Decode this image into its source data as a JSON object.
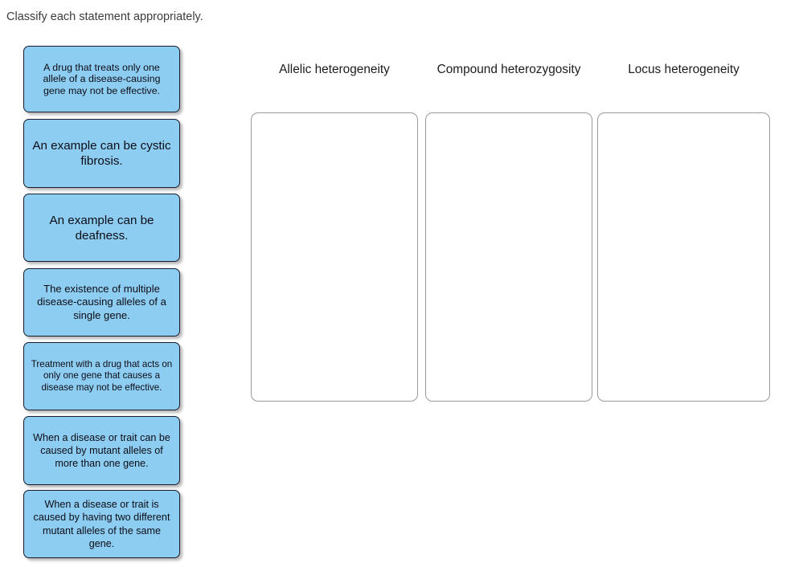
{
  "prompt": "Classify each statement appropriately.",
  "colors": {
    "card_fill": "#8ecdf2",
    "card_border": "#1a1a2e",
    "dropzone_border": "#9a9a9a",
    "page_background": "#ffffff",
    "prompt_text": "#3c3c3c"
  },
  "cards": [
    {
      "id": "card-1",
      "text": "A drug that treats only one allele of a disease-causing gene may not be effective."
    },
    {
      "id": "card-2",
      "text": "An example can be cystic fibrosis."
    },
    {
      "id": "card-3",
      "text": "An example can be deafness."
    },
    {
      "id": "card-4",
      "text": "The existence of multiple disease-causing alleles of a single gene."
    },
    {
      "id": "card-5",
      "text": "Treatment with a drug that acts on only one gene that causes a disease may not be effective."
    },
    {
      "id": "card-6",
      "text": "When a disease or trait can be caused by mutant alleles of more than one gene."
    },
    {
      "id": "card-7",
      "text": "When a disease or trait is caused by having two different mutant alleles of the same gene."
    }
  ],
  "categories": [
    {
      "id": "allelic-heterogeneity",
      "title": "Allelic heterogeneity",
      "items": []
    },
    {
      "id": "compound-heterozygosity",
      "title": "Compound heterozygosity",
      "items": []
    },
    {
      "id": "locus-heterogeneity",
      "title": "Locus heterogeneity",
      "items": []
    }
  ]
}
